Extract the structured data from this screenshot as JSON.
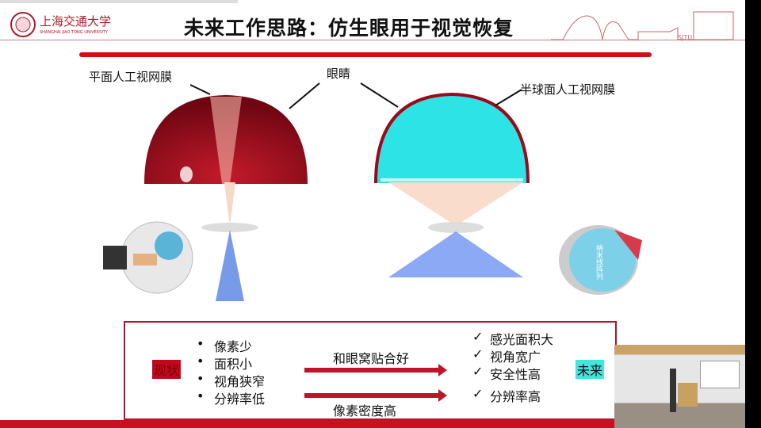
{
  "header": {
    "title": "未来工作思路：仿生眼用于视觉恢复",
    "logo_text": "上海交通大学",
    "logo_subtext": "SHANGHAI JIAO TONG UNIVERSITY",
    "skyline_text": "SJTU"
  },
  "figure": {
    "label_flat": "平面人工视网膜",
    "label_eye": "眼睛",
    "label_hemi": "半球面人工视网膜",
    "eye_image_text": "纳米线阵列"
  },
  "summary": {
    "current_tag": "现状",
    "future_tag": "未来",
    "current_items": [
      "像素少",
      "面积小",
      "视角狭窄",
      "分辨率低"
    ],
    "arrow_top": "和眼窝贴合好",
    "arrow_bottom": "像素密度高",
    "future_items": [
      "感光面积大",
      "视角宽广",
      "安全性高",
      "分辨率高"
    ],
    "check": "✓",
    "bullet": "•"
  },
  "colors": {
    "accent_red": "#d50d12",
    "retina_dark": "#8f0f1a",
    "retina_cyan": "#22e0e0",
    "tag_cyan": "#3fe6dc"
  }
}
